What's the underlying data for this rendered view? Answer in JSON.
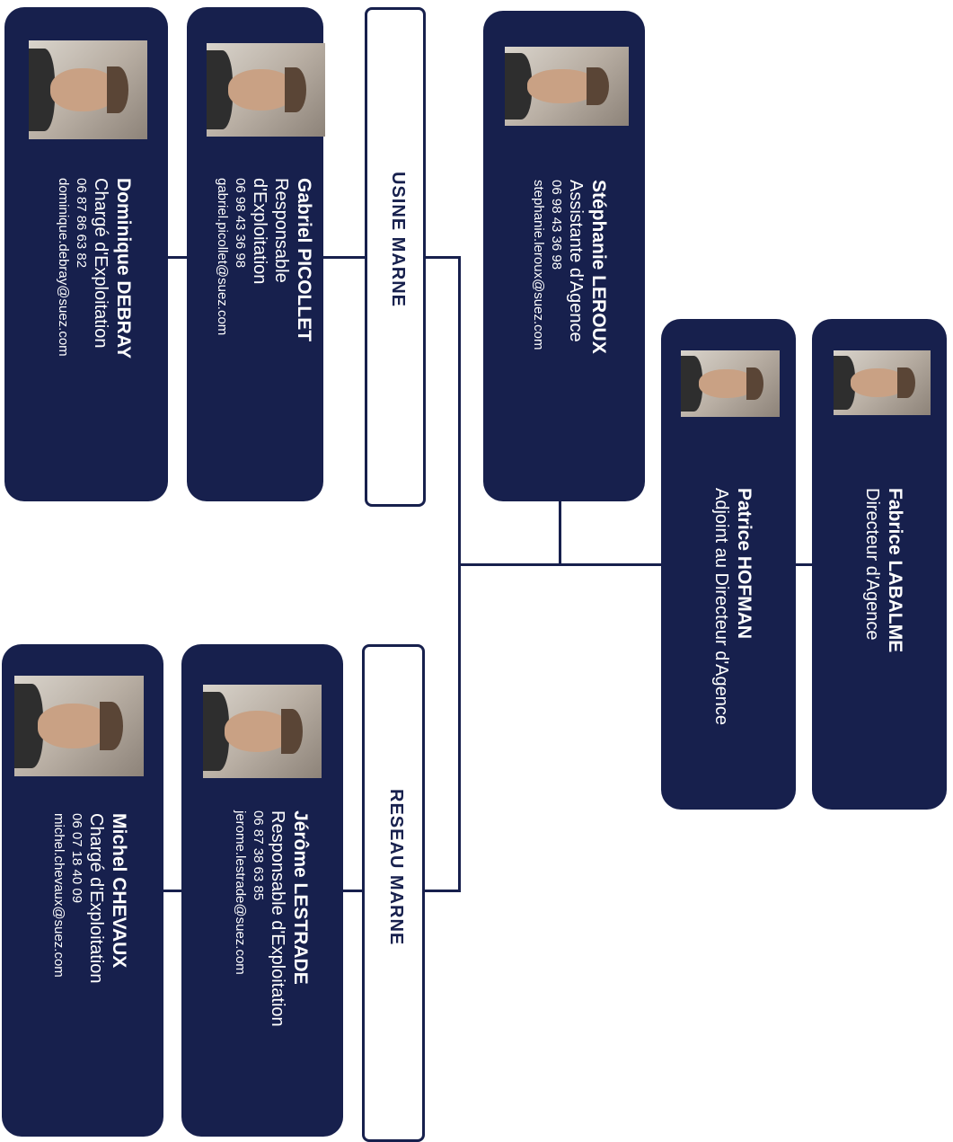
{
  "colors": {
    "card": "#17204d",
    "connector": "#17204d",
    "background": "#ffffff"
  },
  "sections": {
    "usine": "USINE MARNE",
    "reseau": "RESEAU MARNE"
  },
  "people": {
    "labalme": {
      "first": "Fabrice ",
      "last": "LABALME",
      "role": "Directeur d'Agence"
    },
    "hofman": {
      "first": "Patrice ",
      "last": "HOFMAN",
      "role": "Adjoint au Directeur d'Agence"
    },
    "leroux": {
      "first": "Stéphanie ",
      "last": "LEROUX",
      "role": "Assistante d'Agence",
      "phone": "06 98 43 36 98",
      "email": "stephanie.leroux@suez.com"
    },
    "picollet": {
      "first": "Gabriel ",
      "last": "PICOLLET",
      "role1": "Responsable",
      "role2": "d'Exploitation",
      "phone": "06 98 43 36 98",
      "email": "gabriel.picollet@suez.com"
    },
    "debray": {
      "first": "Dominique ",
      "last": "DEBRAY",
      "role": "Chargé d'Exploitation",
      "phone": "06 87 86 63 82",
      "email": "dominique.debray@suez.com"
    },
    "lestrade": {
      "first": "Jérôme ",
      "last": "LESTRADE",
      "role": "Responsable d'Exploitation",
      "phone": "06 87 38 63 85",
      "email": "jerome.lestrade@suez.com"
    },
    "chevaux": {
      "first": "Michel ",
      "last": "CHEVAUX",
      "role": "Chargé d'Exploitation",
      "phone": "06 07 18 40 09",
      "email": "michel.chevaux@suez.com"
    }
  }
}
